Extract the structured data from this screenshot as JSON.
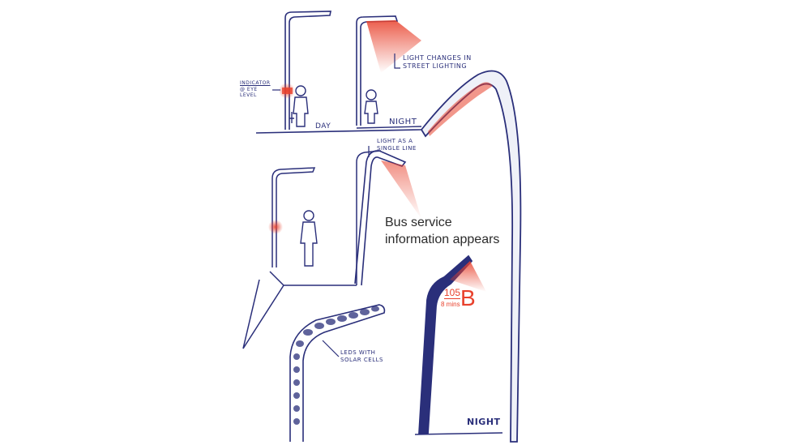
{
  "labels": {
    "indicator_line1": "Indicator",
    "indicator_line2": "@ eye",
    "indicator_line3": "level",
    "day": "Day",
    "night_top": "Night",
    "light_changes_line1": "Light changes in",
    "light_changes_line2": "street lighting",
    "light_single_line1": "Light as a",
    "light_single_line2": "single line",
    "leds_line1": "LEDs with",
    "leds_line2": "solar cells",
    "night_bottom": "Night"
  },
  "caption": {
    "line1": "Bus service",
    "line2": "information appears"
  },
  "bus_display": {
    "route": "105",
    "eta": "8 mins",
    "letter": "B"
  },
  "colors": {
    "ink": "#2a2f7a",
    "light": "#e8412c",
    "fill": "#dfe3f2"
  }
}
